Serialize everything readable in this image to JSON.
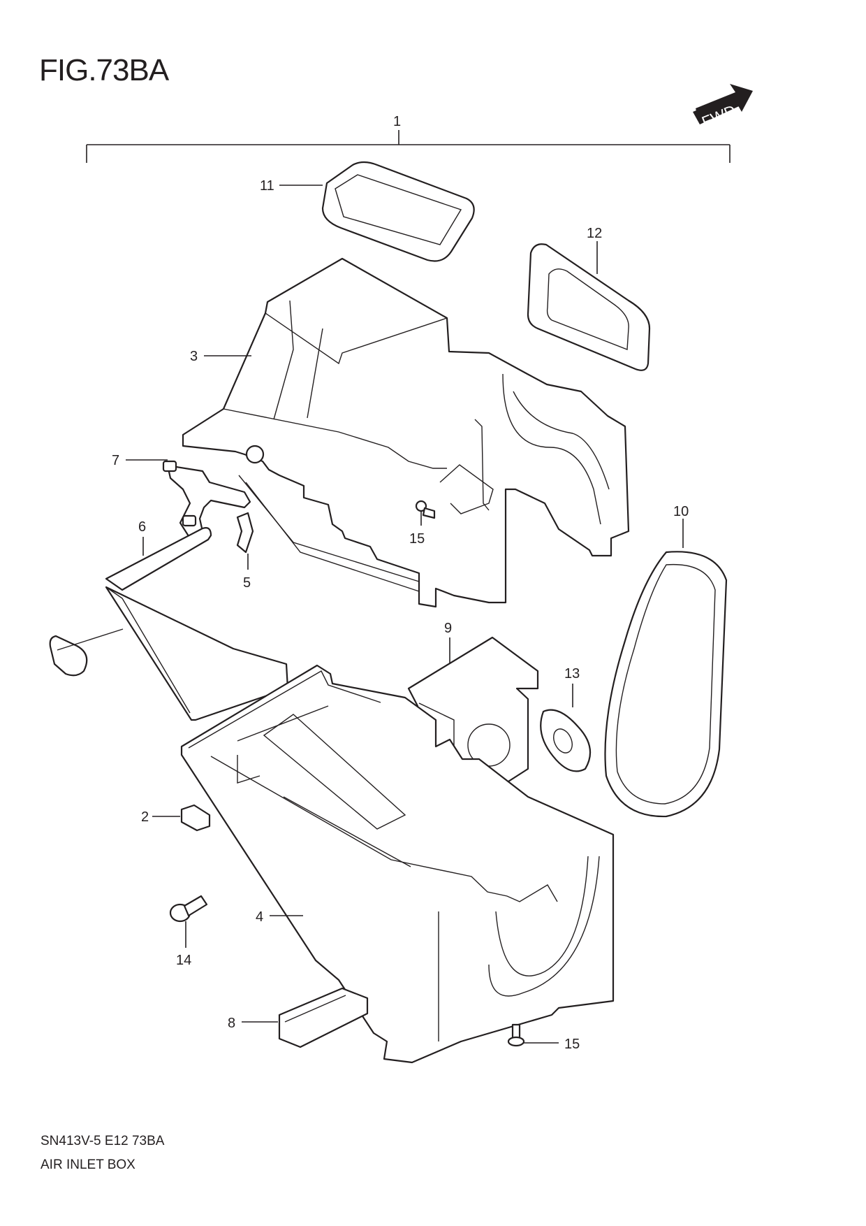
{
  "figure": {
    "title": "FIG.73BA",
    "fwd_label": "FWD",
    "footer_code": "SN413V-5 E12 73BA",
    "footer_name": "AIR INLET BOX"
  },
  "callouts": [
    {
      "id": "c1",
      "label": "1"
    },
    {
      "id": "c2",
      "label": "2"
    },
    {
      "id": "c3",
      "label": "3"
    },
    {
      "id": "c4",
      "label": "4"
    },
    {
      "id": "c5",
      "label": "5"
    },
    {
      "id": "c6",
      "label": "6"
    },
    {
      "id": "c7",
      "label": "7"
    },
    {
      "id": "c8",
      "label": "8"
    },
    {
      "id": "c9",
      "label": "9"
    },
    {
      "id": "c10",
      "label": "10"
    },
    {
      "id": "c11",
      "label": "11"
    },
    {
      "id": "c12",
      "label": "12"
    },
    {
      "id": "c13",
      "label": "13"
    },
    {
      "id": "c14",
      "label": "14"
    },
    {
      "id": "c15a",
      "label": "15"
    },
    {
      "id": "c15b",
      "label": "15"
    }
  ]
}
